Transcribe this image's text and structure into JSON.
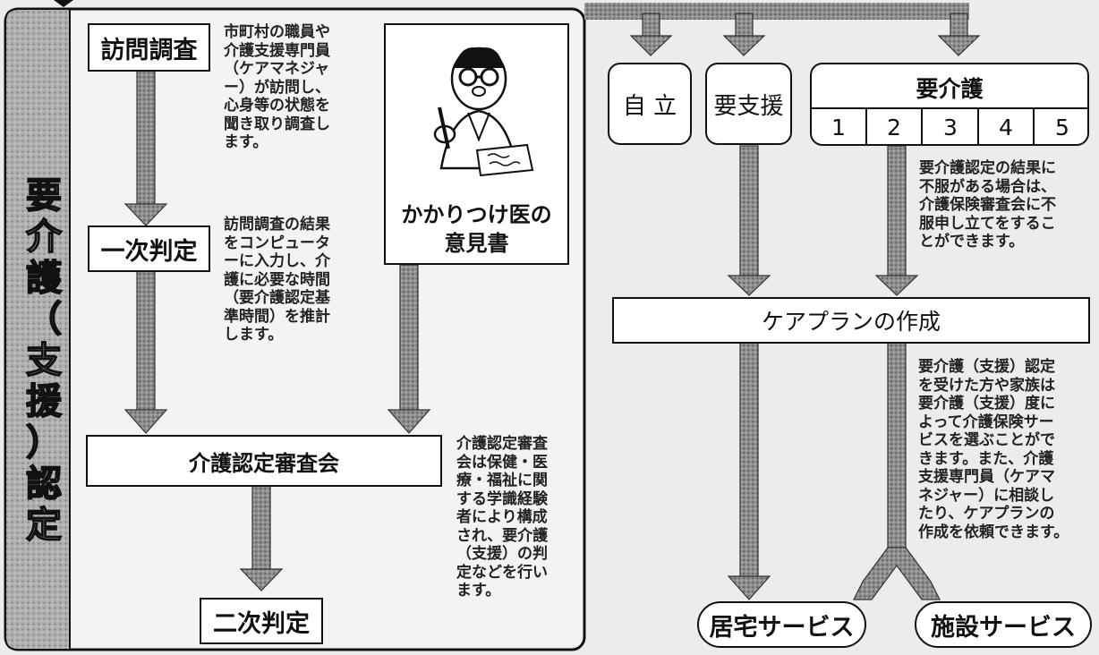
{
  "side_label": [
    "要",
    "介",
    "護",
    "（",
    "支",
    "援",
    "）",
    "認",
    "定"
  ],
  "steps": {
    "visit_survey": "訪問調査",
    "first_judgment": "一次判定",
    "council": "介護認定審査会",
    "second_judgment": "二次判定"
  },
  "doctor_box": {
    "label_line1": "かかりつけ医の",
    "label_line2": "意見書",
    "icon": "doctor-writing-illustration"
  },
  "notes": {
    "visit_survey": "市町村の職員や\n介護支援専門員\n（ケアマネジャ\nー）が訪問し、\n心身等の状態を\n聞き取り調査し\nます。",
    "first_judgment": "訪問調査の結果\nをコンピュータ\nーに入力し、介\n護に必要な時間\n（要介護認定基\n準時間）を推計\nします。",
    "council": "介護認定審査\n会は保健・医\n療・福祉に関\nする学識経験\n者により構成\nされ、要介護\n（支援）の判\n定などを行い\nます。",
    "appeal": "要介護認定の結果に\n不服がある場合は、\n介護保険審査会に不\n服申し立てをするこ\nとができます。",
    "care_plan": "要介護（支援）認定\nを受けた方や家族は\n要介護（支援）度に\nよって介護保険サー\nビスを選ぶことがで\nきます。また、介護\n支援専門員（ケアマ\nネジャー）に相談し\nたり、ケアプランの\n作成を依頼できます。"
  },
  "outcomes": {
    "independent": "自 立",
    "support_needed": "要支援",
    "care_needed": {
      "title": "要介護",
      "levels": [
        "1",
        "2",
        "3",
        "4",
        "5"
      ]
    }
  },
  "care_plan_title": "ケアプランの作成",
  "services": {
    "home": "居宅サービス",
    "facility": "施設サービス"
  },
  "colors": {
    "background": "#ececec",
    "panel": "#a8a8a8",
    "arrow": "#6f6f6f",
    "box_fill": "#ffffff",
    "outline": "#111111"
  }
}
